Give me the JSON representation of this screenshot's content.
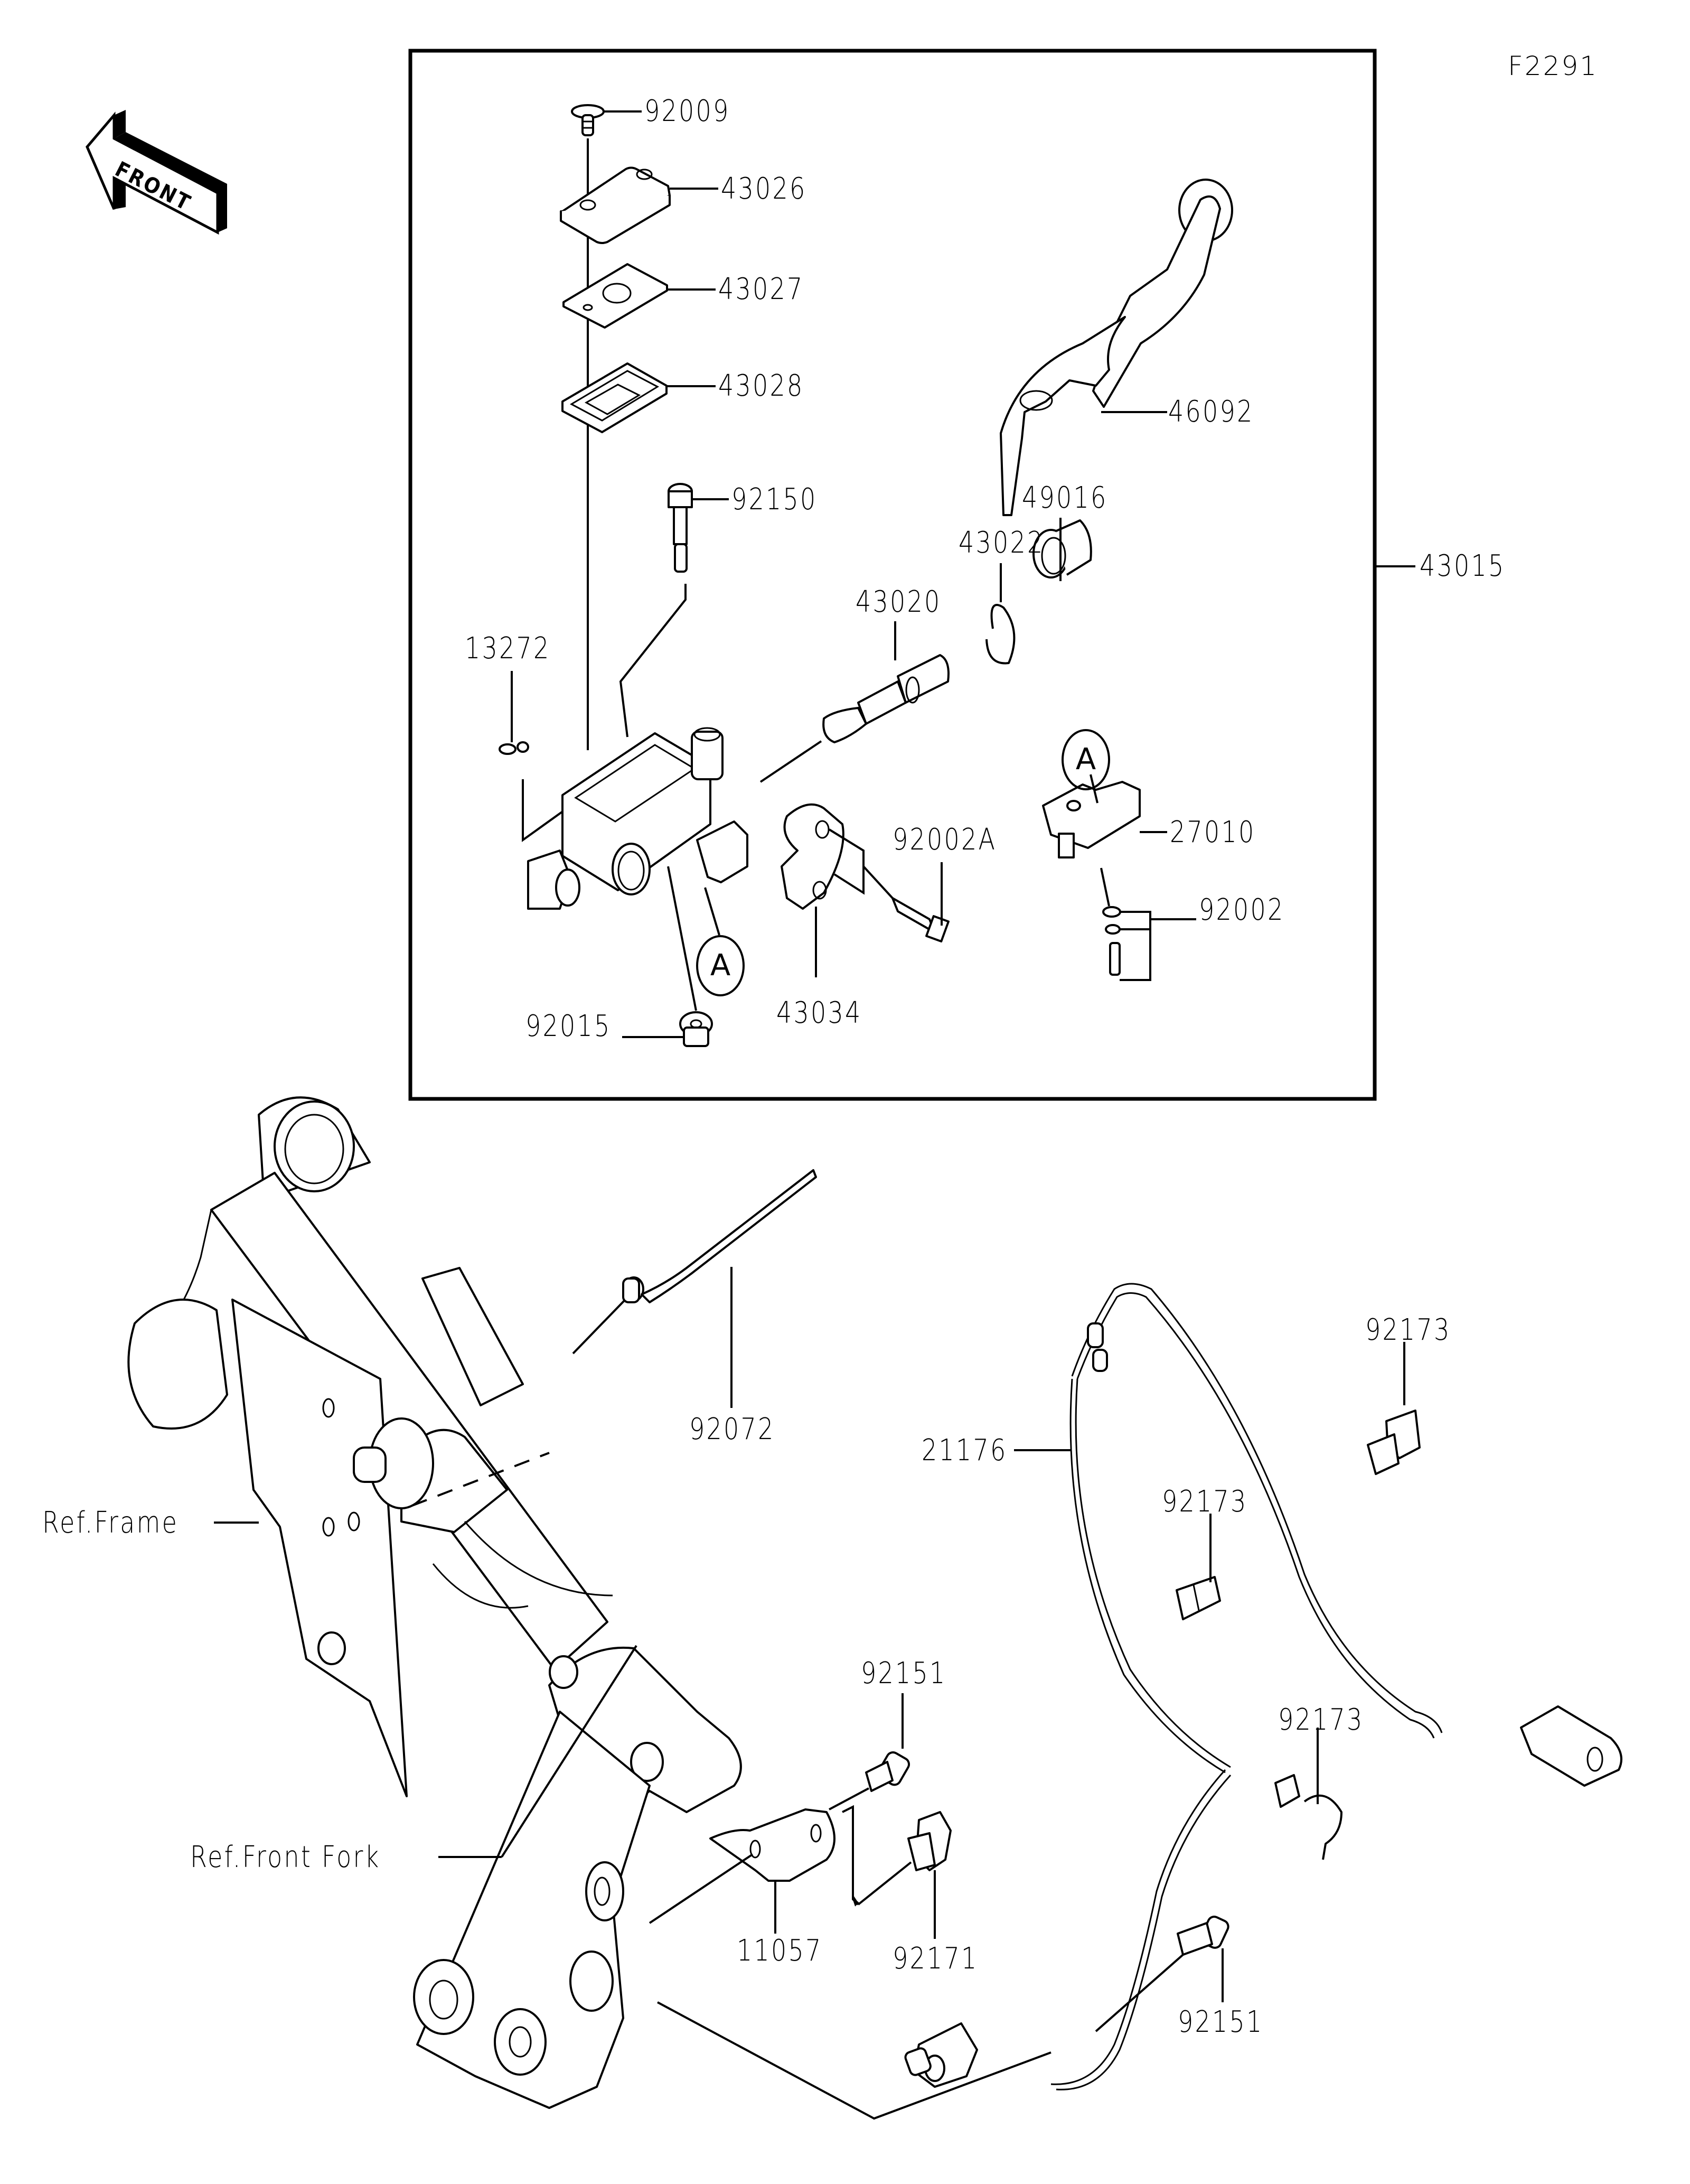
{
  "figure_code": "F2291",
  "orientation_arrow": {
    "label": "FRONT",
    "icon": "front-direction-arrow-icon"
  },
  "assembly_box": {
    "label": "43015"
  },
  "callouts": [
    {
      "id": "callout-a-switch",
      "letter": "A"
    },
    {
      "id": "callout-a-body",
      "letter": "A"
    }
  ],
  "parts": {
    "p92009": "92009",
    "p43026": "43026",
    "p43027": "43027",
    "p43028": "43028",
    "p92150": "92150",
    "p46092": "46092",
    "p49016": "49016",
    "p43022": "43022",
    "p43015": "43015",
    "p43020": "43020",
    "p13272": "13272",
    "p27010": "27010",
    "p92002A": "92002A",
    "p92002": "92002",
    "p92015": "92015",
    "p43034": "43034",
    "p92072": "92072",
    "p92173_top": "92173",
    "p21176": "21176",
    "p92173_mid": "92173",
    "p92151_upper": "92151",
    "p92173_lower": "92173",
    "p11057": "11057",
    "p92171": "92171",
    "p92151_lower": "92151"
  },
  "references": {
    "frame": "Ref.Frame",
    "front_fork": "Ref.Front Fork"
  }
}
